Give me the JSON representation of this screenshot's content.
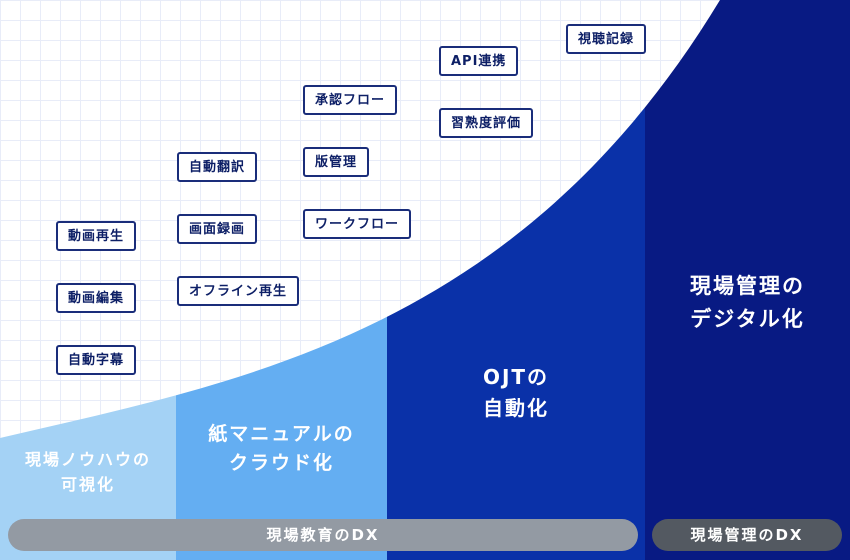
{
  "colors": {
    "band_1": "#a4d2f5",
    "band_2": "#64aef2",
    "band_3": "#0a31a8",
    "band_4": "#081a83",
    "tag_border": "#1a2d7a"
  },
  "stages": [
    {
      "label": "現場ノウハウの\n可視化"
    },
    {
      "label": "紙マニュアルの\nクラウド化"
    },
    {
      "label": "OJTの\n自動化"
    },
    {
      "label": "現場管理の\nデジタル化"
    }
  ],
  "tags": {
    "group_1": [
      "動画再生",
      "動画編集",
      "自動字幕"
    ],
    "group_2": [
      "自動翻訳",
      "画面録画",
      "オフライン再生"
    ],
    "group_3": [
      "承認フロー",
      "版管理",
      "ワークフロー"
    ],
    "group_4": [
      "API連携",
      "習熟度評価"
    ],
    "group_5": [
      "視聴記録"
    ]
  },
  "footer": {
    "education_dx": "現場教育のDX",
    "management_dx": "現場管理のDX"
  }
}
